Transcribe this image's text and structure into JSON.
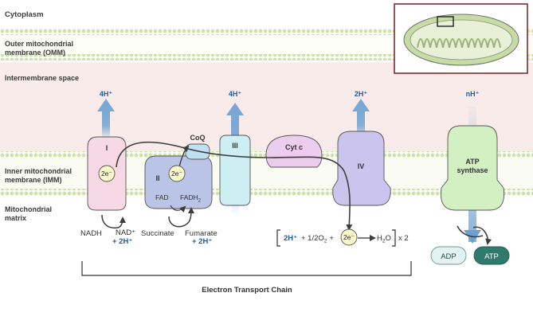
{
  "regions": {
    "cytoplasm": "Cytoplasm",
    "omm_line1": "Outer mitochondrial",
    "omm_line2": "membrane (OMM)",
    "intermembrane": "Intermembrane space",
    "imm_line1": "Inner mitochondrial",
    "imm_line2": "membrane (IMM)",
    "matrix_line1": "Mitochondrial",
    "matrix_line2": "matrix"
  },
  "complexes": {
    "c1": {
      "label": "I",
      "pump": "4H⁺"
    },
    "c2": {
      "label": "II"
    },
    "c3": {
      "label": "III",
      "pump": "4H⁺"
    },
    "c4": {
      "label": "IV",
      "pump": "2H⁺"
    },
    "coq": "CoQ",
    "cytc": "Cyt c",
    "atp_synthase": {
      "line1": "ATP",
      "line2": "synthase",
      "pump": "nH⁺"
    }
  },
  "electrons": {
    "e1": "2e⁻",
    "e2": "2e⁻",
    "e3": "2e⁻"
  },
  "substrates": {
    "nadh": "NADH",
    "nad": "NAD⁺",
    "nad_h": "+ 2H⁺",
    "succinate": "Succinate",
    "fumarate": "Fumarate",
    "fumarate_h": "+ 2H⁺",
    "fad": "FAD",
    "fadh2": "FADH",
    "fadh2_sub": "2"
  },
  "water_reaction": {
    "protons": "2H⁺",
    "oxygen": "+ 1/2O",
    "oxygen_sub": "2",
    "plus": "+",
    "water": "H",
    "water_sub": "2",
    "water_end": "O",
    "times": "x 2"
  },
  "atp": {
    "adp": "ADP",
    "atp": "ATP"
  },
  "chain_label": "Electron Transport Chain",
  "colors": {
    "membrane_dot": "#cfe3a8",
    "intermembrane_bg": "#f9ebe9",
    "c1": "#f6d9e5",
    "c2": "#b9c4e6",
    "c3": "#cdeef2",
    "c4": "#cbc5ee",
    "cytc": "#ecccef",
    "atp_synthase": "#d3f0c2",
    "electron": "#faf7c9",
    "proton_blue": "#1f5c9c",
    "adp": "#e3f3f1",
    "atp_fill": "#2f7a6d"
  }
}
